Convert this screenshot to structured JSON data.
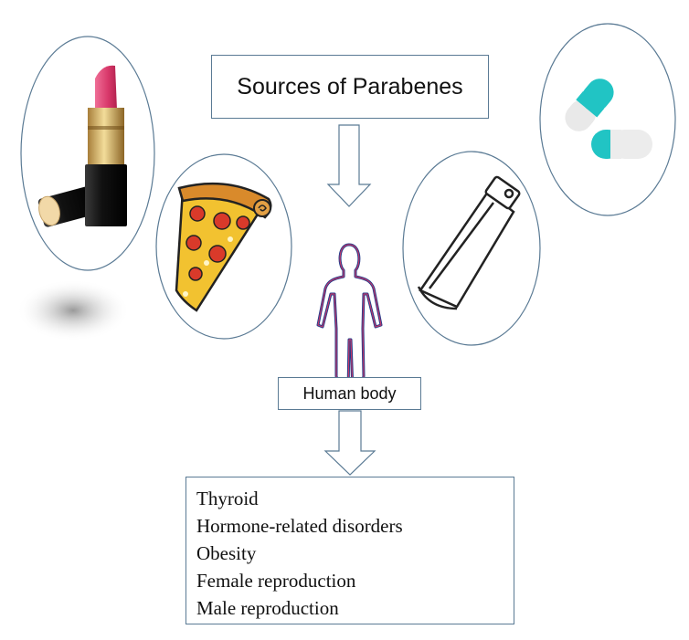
{
  "title": "Sources of Parabenes",
  "human_label": "Human body",
  "effects": [
    "Thyroid",
    "Hormone-related disorders",
    "Obesity",
    "Female reproduction",
    "Male reproduction"
  ],
  "sources": [
    {
      "icon": "lipstick-icon"
    },
    {
      "icon": "pizza-slice-icon"
    },
    {
      "icon": "ointment-tube-icon"
    },
    {
      "icon": "capsules-icon"
    }
  ],
  "colors": {
    "border": "#5a7a94",
    "lipstick": "#d8386a",
    "capsule": "#21c4c4",
    "pizza": "#f2c230",
    "pepperoni": "#d93a2a"
  }
}
